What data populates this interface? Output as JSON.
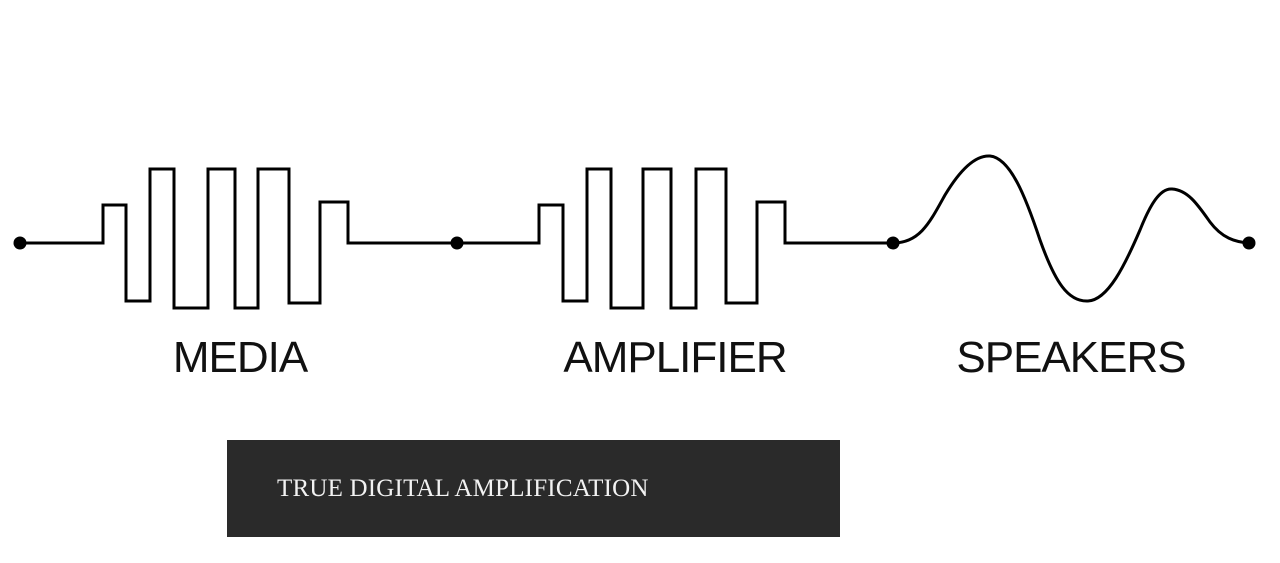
{
  "diagram": {
    "stages": [
      {
        "label": "MEDIA",
        "signal": "square-wave-icon"
      },
      {
        "label": "AMPLIFIER",
        "signal": "square-wave-icon"
      },
      {
        "label": "SPEAKERS",
        "signal": "sine-wave-icon"
      }
    ],
    "line_color": "#000000"
  },
  "banner": {
    "text": "TRUE DIGITAL AMPLIFICATION",
    "background": "#2a2a2a",
    "text_color": "#f2f2f2"
  }
}
